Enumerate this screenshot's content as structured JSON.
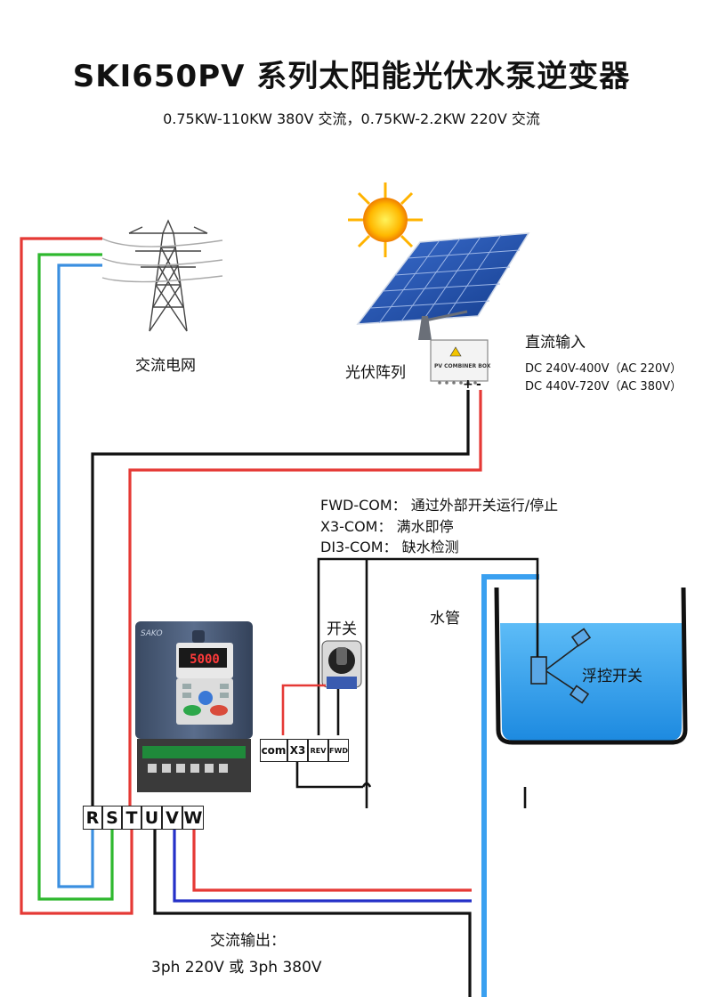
{
  "header": {
    "title": "SKI650PV 系列太阳能光伏水泵逆变器",
    "subtitle": "0.75KW-110KW 380V 交流，0.75KW-2.2KW 220V 交流"
  },
  "grid": {
    "label": "交流电网"
  },
  "pv": {
    "label": "光伏阵列",
    "box_label": "PV COMBINER BOX",
    "plus": "+",
    "minus": "-",
    "dc_title": "直流输入",
    "dc_line1": "DC 240V-400V（AC 220V）",
    "dc_line2": "DC 440V-720V（AC 380V）"
  },
  "notes": [
    "FWD-COM：  通过外部开关运行/停止",
    "X3-COM：  满水即停",
    "DI3-COM：  缺水检测"
  ],
  "switch": {
    "label": "开关"
  },
  "pipe": {
    "label": "水管"
  },
  "float": {
    "label": "浮控开关"
  },
  "inverter": {
    "brand": "SAKO",
    "display": "5000"
  },
  "control_terminals": [
    "com",
    "X3",
    "REV",
    "FWD"
  ],
  "power_terminals": [
    "R",
    "S",
    "T",
    "U",
    "V",
    "W"
  ],
  "output": {
    "line1": "交流输出：",
    "line2": "3ph 220V 或 3ph 380V"
  },
  "colors": {
    "red": "#e53935",
    "green": "#2eb82e",
    "blue": "#3b8fe0",
    "black": "#111111",
    "navy": "#2430c8",
    "water": "#3aa0f0"
  }
}
